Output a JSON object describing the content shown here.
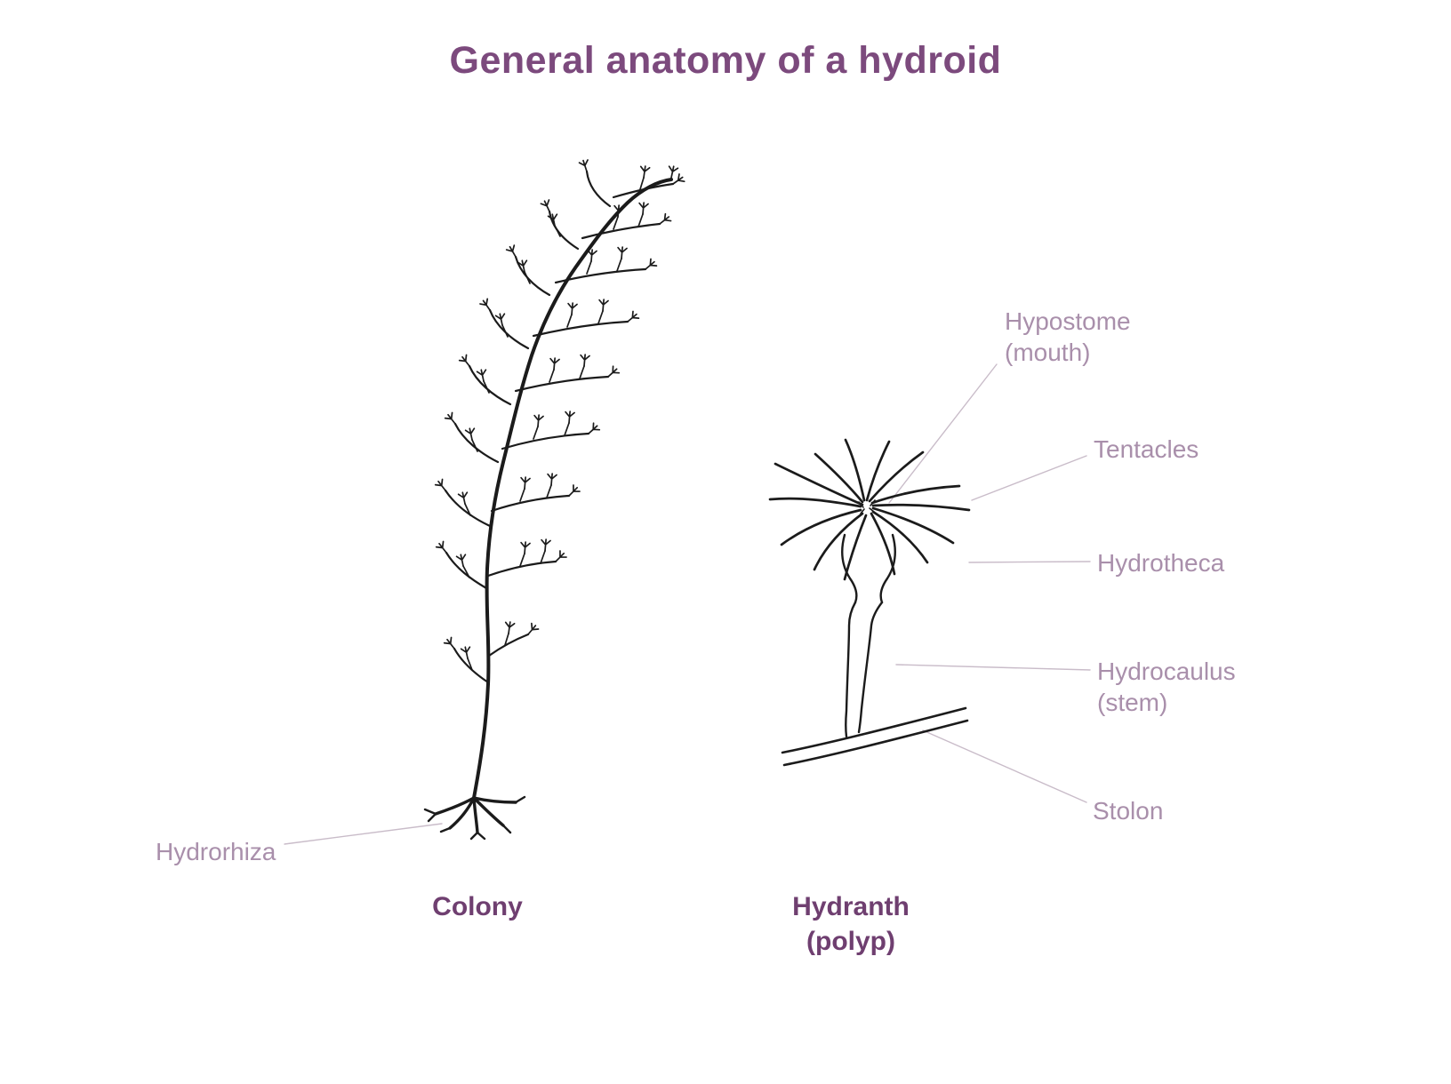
{
  "title": "General anatomy of a hydroid",
  "colors": {
    "title": "#7c4a7d",
    "caption": "#6f3f70",
    "label": "#a98fab",
    "ink": "#1b1b1b",
    "connector": "#c9bcc9"
  },
  "colony": {
    "caption": "Colony",
    "labels": {
      "hydrorhiza": "Hydrorhiza"
    }
  },
  "hydranth": {
    "caption": "Hydranth",
    "caption_sub": "(polyp)",
    "labels": {
      "hypostome": "Hypostome",
      "hypostome_sub": "(mouth)",
      "tentacles": "Tentacles",
      "hydrotheca": "Hydrotheca",
      "hydrocaulus": "Hydrocaulus",
      "hydrocaulus_sub": "(stem)",
      "stolon": "Stolon"
    }
  }
}
